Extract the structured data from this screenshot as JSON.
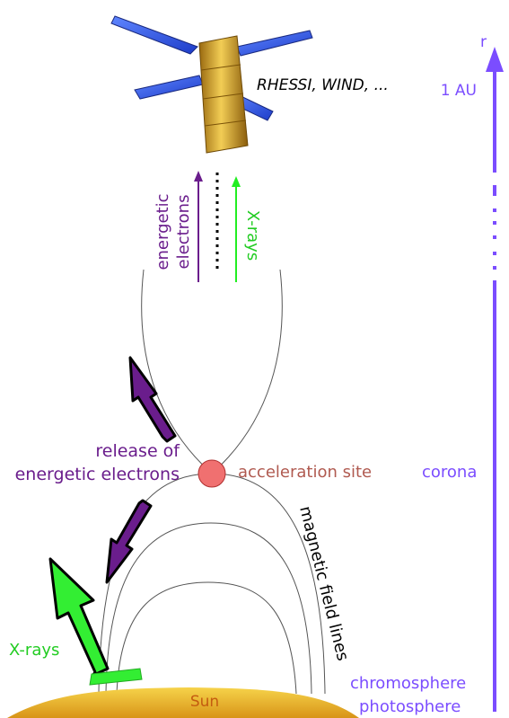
{
  "colors": {
    "purple": "#6a1d8c",
    "green": "#22dd22",
    "axis": "#7b4dff",
    "sun": "#f0b020",
    "site": "#f07070",
    "site_label": "#b05a50"
  },
  "labels": {
    "spacecraft": "RHESSI, WIND, ...",
    "au": "1 AU",
    "r": "r",
    "corona": "corona",
    "chromosphere": "chromosphere",
    "photosphere": "photosphere",
    "sun": "Sun",
    "acceleration_site": "acceleration site",
    "release_line1": "release of",
    "release_line2": "energetic electrons",
    "magnetic_field_lines": "magnetic field lines",
    "energetic_line1": "energetic",
    "energetic_line2": "electrons",
    "xrays_top": "X-rays",
    "xrays_bottom": "X-rays"
  },
  "icons": {
    "satellite": "satellite-icon",
    "acceleration_site": "circle-marker-icon"
  }
}
